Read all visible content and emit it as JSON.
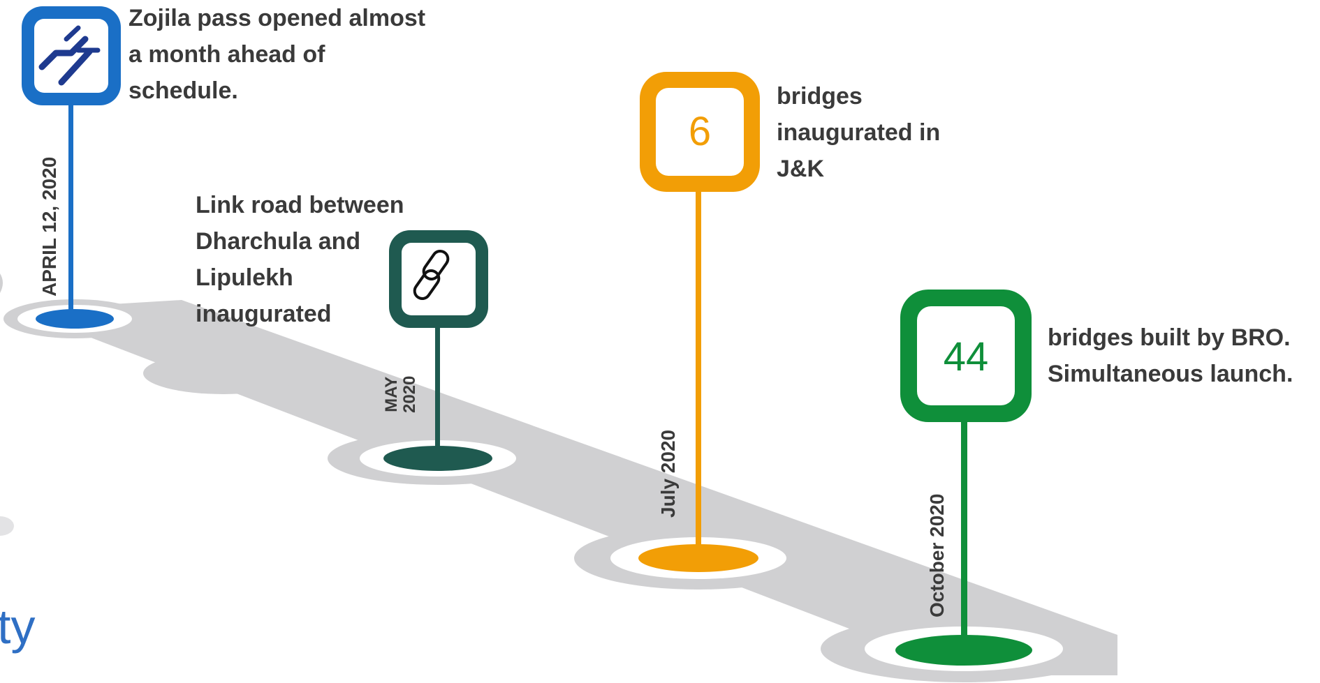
{
  "colors": {
    "road": "#d0d0d2",
    "blue": "#1a6fc6",
    "teal": "#1f5a50",
    "orange": "#f29e06",
    "green": "#0f8f3a",
    "text": "#3a3a3a"
  },
  "milestones": [
    {
      "date": "APRIL 12, 2020",
      "text_lines": [
        "Zojila pass opened almost",
        "a month ahead of",
        "schedule."
      ],
      "icon": "pass-road-icon",
      "color": "blue"
    },
    {
      "date_lines": [
        "MAY",
        "2020"
      ],
      "text_lines": [
        "Link road between",
        "Dharchula and",
        "Lipulekh",
        "inaugurated"
      ],
      "icon": "chain-link-icon",
      "color": "teal"
    },
    {
      "date": "July 2020",
      "number": "6",
      "text_lines": [
        "bridges",
        "inaugurated  in",
        "J&K"
      ],
      "color": "orange"
    },
    {
      "date": "October 2020",
      "number": "44",
      "text_lines": [
        "bridges built by BRO.",
        "Simultaneous launch."
      ],
      "color": "green"
    }
  ],
  "fragment_text": "ty"
}
